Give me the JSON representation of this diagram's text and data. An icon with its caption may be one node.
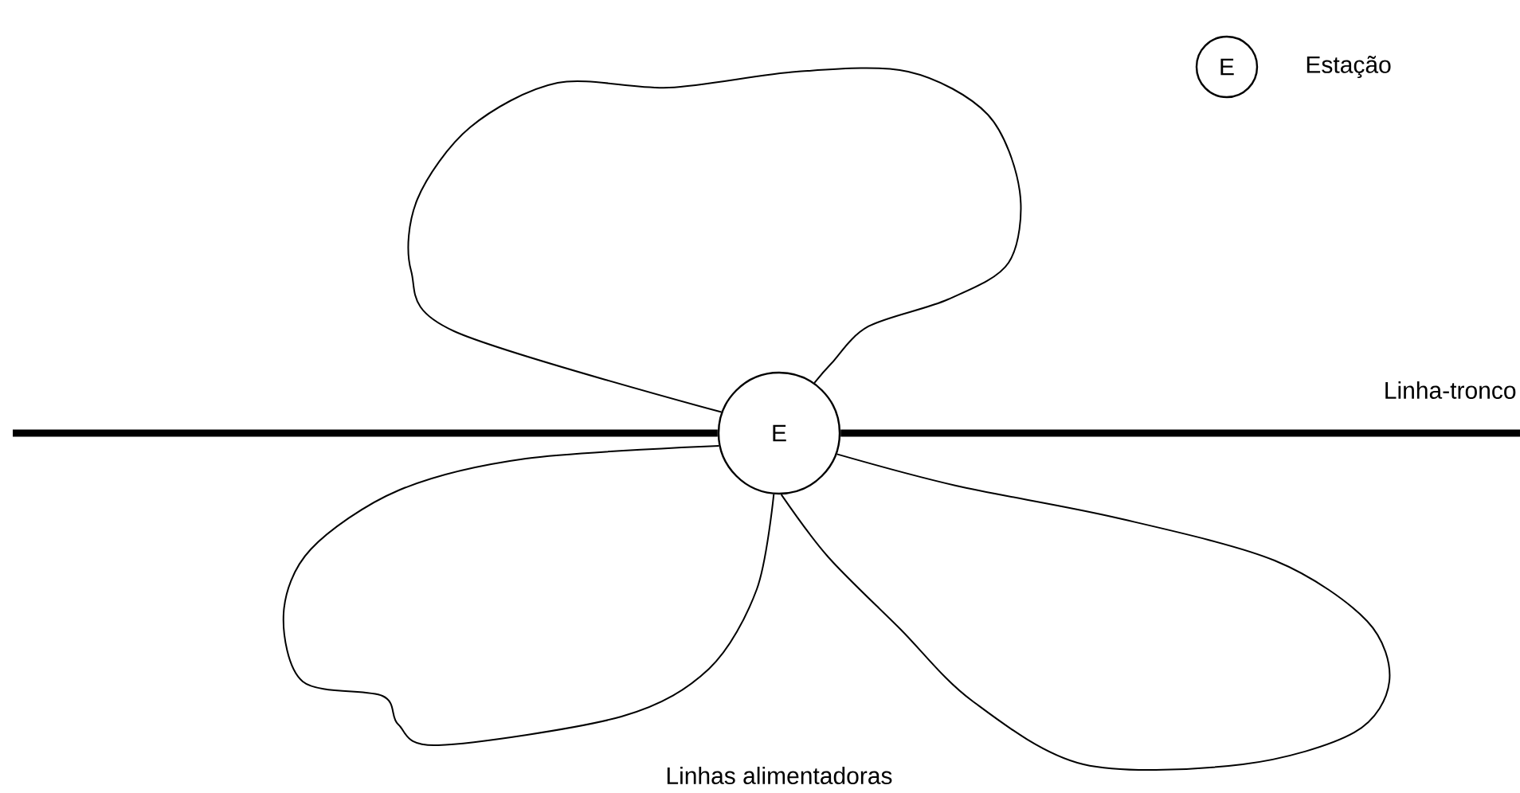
{
  "diagram": {
    "nodes": [
      {
        "text": [
          "E"
        ],
        "beside": [
          "Estação"
        ]
      },
      {
        "text": [
          "E"
        ]
      }
    ],
    "edges": [
      {
        "from": null,
        "to": 1,
        "arrow": "none",
        "style": "thick"
      },
      {
        "from": 1,
        "to": null,
        "arrow": "none",
        "style": "thick"
      },
      {
        "from": 1,
        "to": 1,
        "arrow": "none"
      },
      {
        "from": 1,
        "to": 1,
        "arrow": "none"
      },
      {
        "from": 1,
        "to": 1,
        "arrow": "none"
      }
    ],
    "labels": [
      "Linha-tronco",
      "Linhas alimentadoras"
    ]
  }
}
